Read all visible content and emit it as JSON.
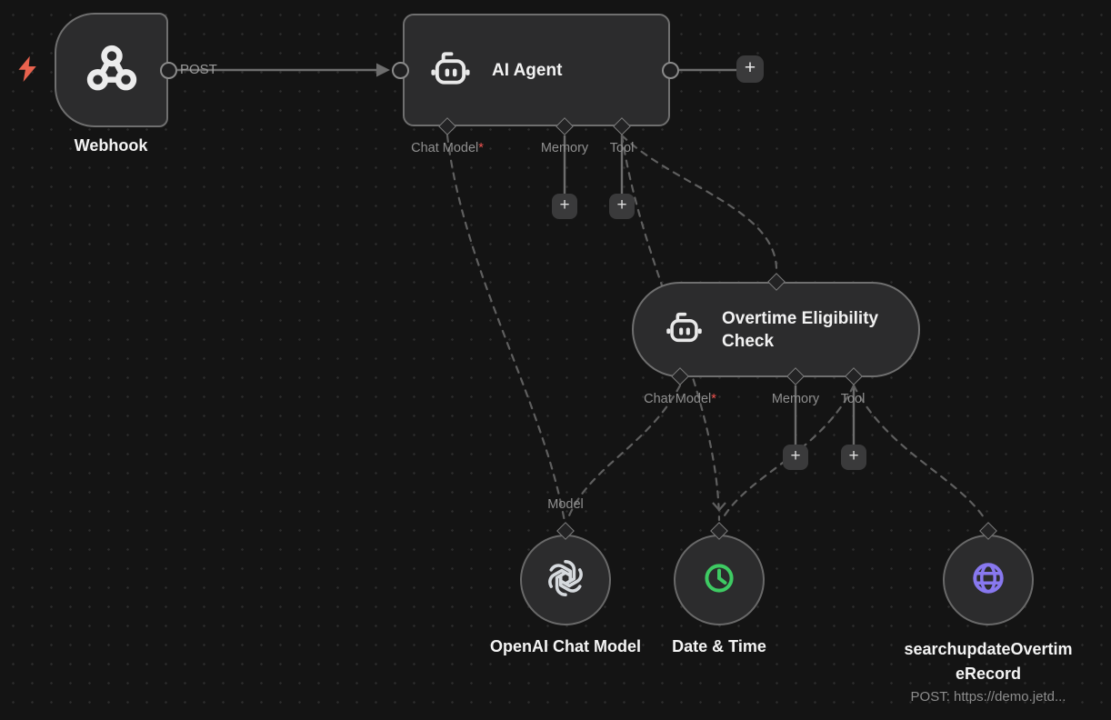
{
  "ui": {
    "plus": "+"
  },
  "colors": {
    "canvas_bg": "#141414",
    "node_fill": "#2c2c2d",
    "node_border": "#6f6f6f",
    "dashed_line": "#5f5f5f",
    "solid_line": "#6d6d6d",
    "label_gray": "#8f8f8f",
    "title_white": "#f2f2f2",
    "required_red": "#ef5350",
    "trigger_lightning": "#e9624e",
    "datetime_green": "#3ecb63",
    "http_purple": "#8878ef",
    "openai_logo": "#d6dade"
  },
  "webhook": {
    "label": "Webhook",
    "output_label": "POST"
  },
  "ai_agent": {
    "title": "AI Agent",
    "inputs": [
      {
        "label": "Chat Model",
        "required": "*"
      },
      {
        "label": "Memory",
        "required": ""
      },
      {
        "label": "Tool",
        "required": ""
      }
    ]
  },
  "overtime_agent": {
    "title": "Overtime Eligibility Check",
    "inputs": [
      {
        "label": "Chat Model",
        "required": "*"
      },
      {
        "label": "Memory",
        "required": ""
      },
      {
        "label": "Tool",
        "required": ""
      }
    ]
  },
  "openai_model": {
    "label": "OpenAI Chat Model",
    "input_label": "Model"
  },
  "datetime_tool": {
    "label": "Date & Time"
  },
  "http_tool": {
    "label": "searchupdateOvertimeRecord",
    "subtitle": "POST: https://demo.jetd..."
  }
}
